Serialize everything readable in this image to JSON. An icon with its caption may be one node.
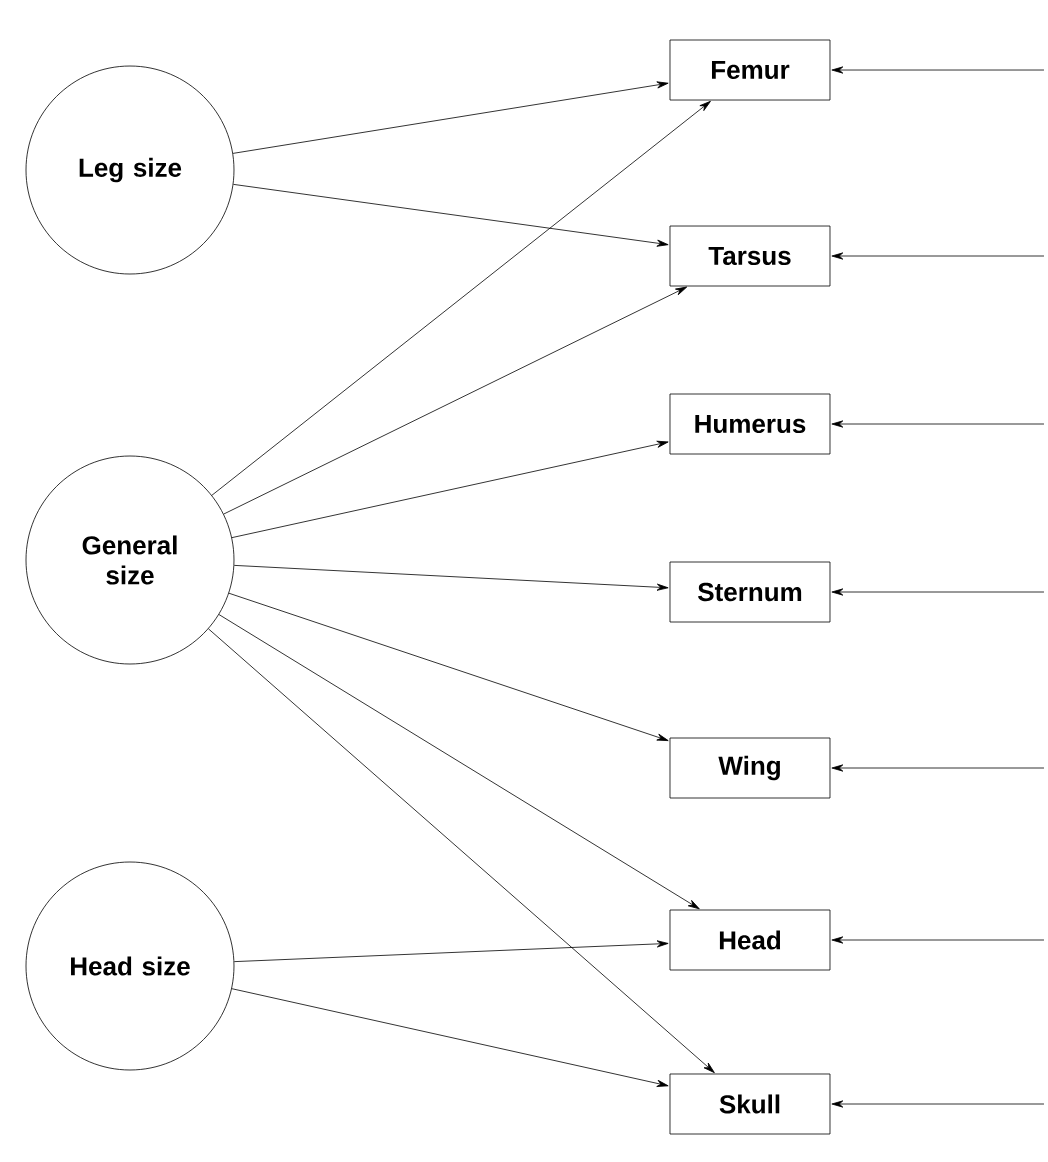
{
  "diagram": {
    "nodes": [
      {
        "text": [
          "Leg size"
        ]
      },
      {
        "text": [
          "General size"
        ]
      },
      {
        "text": [
          "Head size"
        ]
      },
      {
        "text": [
          "Femur"
        ]
      },
      {
        "text": [
          "Tarsus"
        ]
      },
      {
        "text": [
          "Humerus"
        ]
      },
      {
        "text": [
          "Sternum"
        ]
      },
      {
        "text": [
          "Wing"
        ]
      },
      {
        "text": [
          "Head"
        ]
      },
      {
        "text": [
          "Skull"
        ]
      }
    ],
    "edges": [
      {
        "from": 0,
        "to": 3,
        "arrow": "to"
      },
      {
        "from": 0,
        "to": 4,
        "arrow": "to"
      },
      {
        "from": 1,
        "to": 3,
        "arrow": "to"
      },
      {
        "from": 1,
        "to": 4,
        "arrow": "to"
      },
      {
        "from": 1,
        "to": 5,
        "arrow": "to"
      },
      {
        "from": 1,
        "to": 6,
        "arrow": "to"
      },
      {
        "from": 1,
        "to": 7,
        "arrow": "to"
      },
      {
        "from": 1,
        "to": 8,
        "arrow": "to"
      },
      {
        "from": 1,
        "to": 9,
        "arrow": "to"
      },
      {
        "from": 2,
        "to": 8,
        "arrow": "to"
      },
      {
        "from": 2,
        "to": 9,
        "arrow": "to"
      },
      {
        "from": null,
        "to": 3,
        "arrow": "to"
      },
      {
        "from": null,
        "to": 4,
        "arrow": "to"
      },
      {
        "from": null,
        "to": 5,
        "arrow": "to"
      },
      {
        "from": null,
        "to": 6,
        "arrow": "to"
      },
      {
        "from": null,
        "to": 7,
        "arrow": "to"
      },
      {
        "from": null,
        "to": 8,
        "arrow": "to"
      },
      {
        "from": null,
        "to": 9,
        "arrow": "to"
      }
    ]
  }
}
